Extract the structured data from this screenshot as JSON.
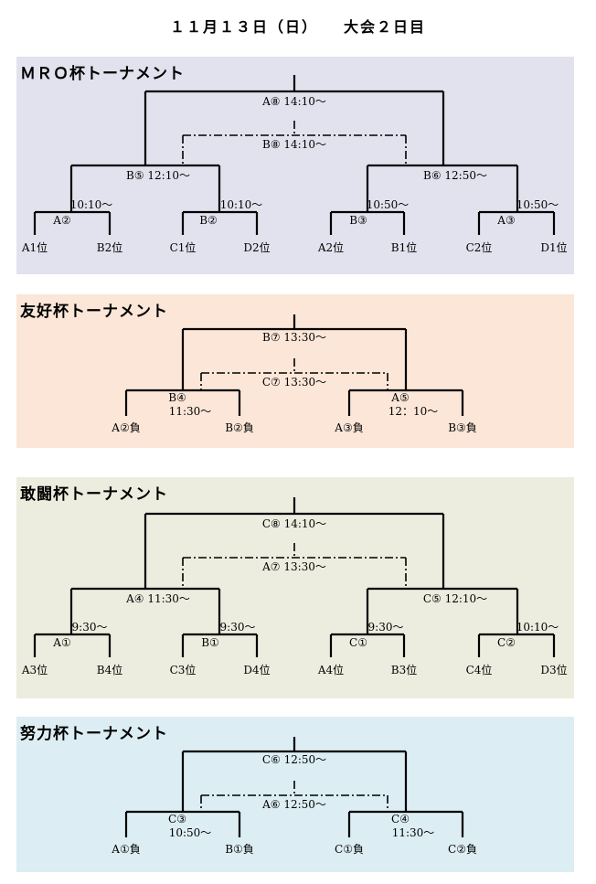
{
  "title": "１１月１３日（日）　　大会２日目",
  "colors": {
    "panel_mro": "#e2e2ee",
    "panel_yuko": "#fbe6d8",
    "panel_kanto": "#ececdf",
    "panel_doryoku": "#dcedf3"
  },
  "tournaments": [
    {
      "name": "ＭＲＯ杯トーナメント",
      "final_label": "A⑧ 14:10〜",
      "third_label": "B⑧ 14:10〜",
      "semi_left": "B⑤ 12:10〜",
      "semi_right": "B⑥ 12:50〜",
      "matches": [
        {
          "code": "A②",
          "time": "10:10〜"
        },
        {
          "code": "B②",
          "time": "10:10〜"
        },
        {
          "code": "B③",
          "time": "10:50〜"
        },
        {
          "code": "A③",
          "time": "10:50〜"
        }
      ],
      "teams": [
        "A1位",
        "B2位",
        "C1位",
        "D2位",
        "A2位",
        "B1位",
        "C2位",
        "D1位"
      ]
    },
    {
      "name": "友好杯トーナメント",
      "final_label": "B⑦ 13:30〜",
      "third_label": "C⑦ 13:30〜",
      "semi_left_code": "B④",
      "semi_left_time": "11:30〜",
      "semi_right_code": "A⑤",
      "semi_right_time": "12：10〜",
      "teams": [
        "A②負",
        "B②負",
        "A③負",
        "B③負"
      ]
    },
    {
      "name": "敢闘杯トーナメント",
      "final_label": "C⑧ 14:10〜",
      "third_label": "A⑦ 13:30〜",
      "semi_left": "A④ 11:30〜",
      "semi_right": "C⑤ 12:10〜",
      "matches": [
        {
          "code": "A①",
          "time": "9:30〜"
        },
        {
          "code": "B①",
          "time": "9:30〜"
        },
        {
          "code": "C①",
          "time": "9:30〜"
        },
        {
          "code": "C②",
          "time": "10:10〜"
        }
      ],
      "teams": [
        "A3位",
        "B4位",
        "C3位",
        "D4位",
        "A4位",
        "B3位",
        "C4位",
        "D3位"
      ]
    },
    {
      "name": "努力杯トーナメント",
      "final_label": "C⑥ 12:50〜",
      "third_label": "A⑥ 12:50〜",
      "semi_left_code": "C③",
      "semi_left_time": "10:50〜",
      "semi_right_code": "C④",
      "semi_right_time": "11:30〜",
      "teams": [
        "A①負",
        "B①負",
        "C①負",
        "C②負"
      ]
    }
  ]
}
